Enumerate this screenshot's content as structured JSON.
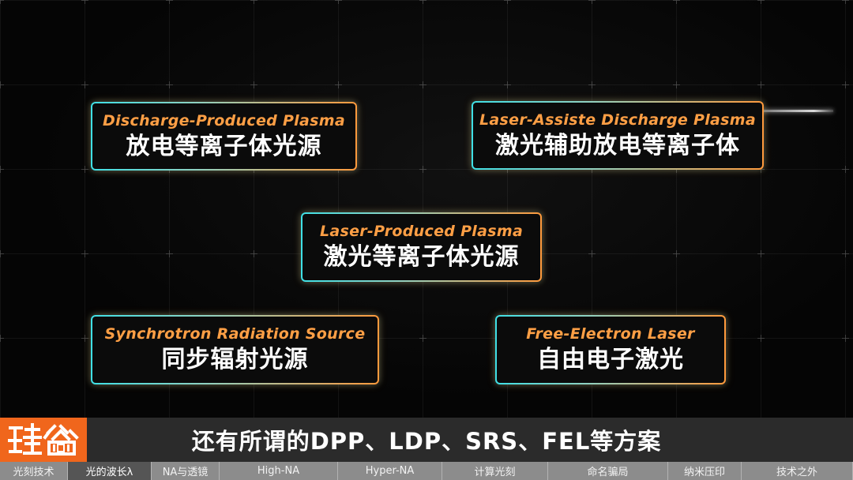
{
  "cards": {
    "dpp": {
      "en": "Discharge-Produced Plasma",
      "zh": "放电等离子体光源"
    },
    "ladp": {
      "en": "Laser-Assiste Discharge Plasma",
      "zh": "激光辅助放电等离子体"
    },
    "lpp": {
      "en": "Laser-Produced Plasma",
      "zh": "激光等离子体光源"
    },
    "srs": {
      "en": "Synchrotron Radiation Source",
      "zh": "同步辐射光源"
    },
    "fel": {
      "en": "Free-Electron Laser",
      "zh": "自由电子激光"
    }
  },
  "subtitle": "还有所谓的DPP、LDP、SRS、FEL等方案",
  "logo": {
    "text": "硅谷101"
  },
  "nav": {
    "active_index": 1,
    "items": [
      "光刻技术",
      "光的波长λ",
      "NA与透镜",
      "High-NA",
      "Hyper-NA",
      "计算光刻",
      "命名骗局",
      "纳米压印",
      "技术之外"
    ]
  },
  "colors": {
    "accent_orange": "#ff9f45",
    "accent_teal": "#3fe0e6",
    "logo_bg": "#f0661c",
    "subtitle_bg": "#2b2b2b",
    "nav_bg": "#8c8c8c"
  }
}
